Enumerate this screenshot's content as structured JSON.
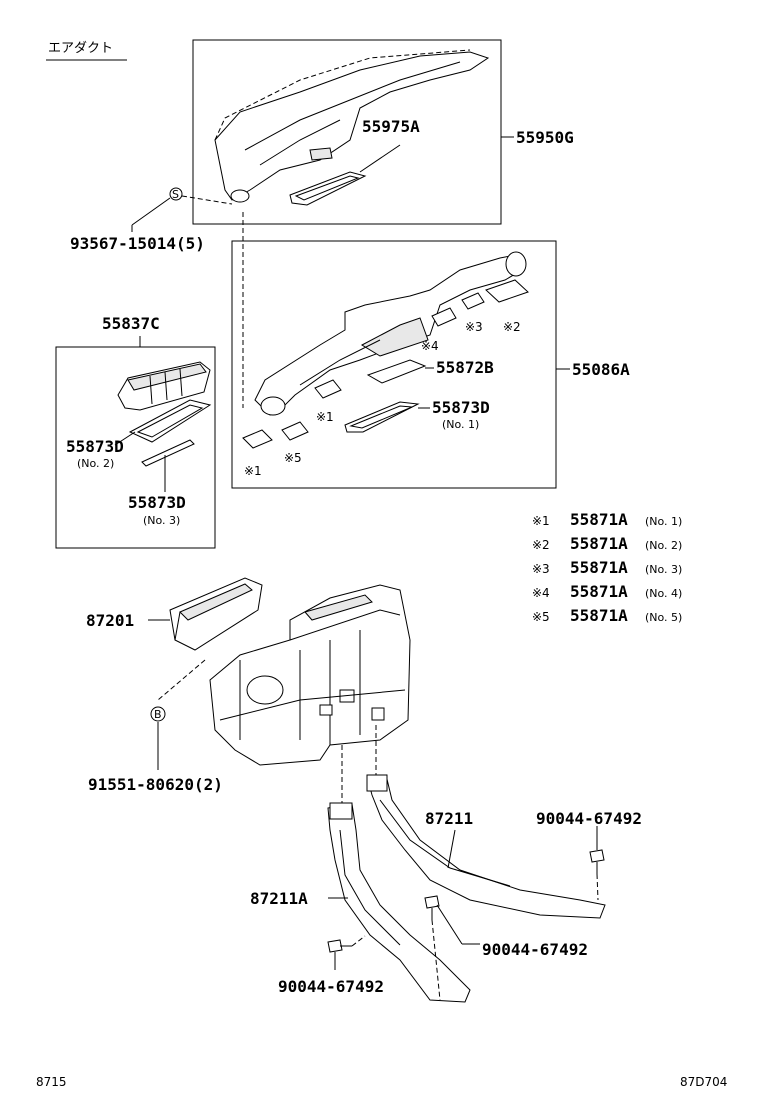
{
  "title": "エアダクト",
  "parts": {
    "p55950G": "55950G",
    "p55975A": "55975A",
    "p93567": "93567-15014(5)",
    "p55837C": "55837C",
    "p55873D_2": "55873D",
    "p55873D_2_sub": "(No. 2)",
    "p55873D_3": "55873D",
    "p55873D_3_sub": "(No. 3)",
    "p55872B": "55872B",
    "p55873D_1": "55873D",
    "p55873D_1_sub": "(No. 1)",
    "p55086A": "55086A",
    "p87201": "87201",
    "p91551": "91551-80620(2)",
    "p87211": "87211",
    "p87211A": "87211A",
    "p90044_a": "90044-67492",
    "p90044_b": "90044-67492",
    "p90044_c": "90044-67492"
  },
  "marks": {
    "m1": "※1",
    "m2": "※2",
    "m3": "※3",
    "m4": "※4",
    "m5": "※5",
    "circle_s": "S",
    "circle_b": "B"
  },
  "legend": [
    {
      "mark": "※1",
      "part": "55871A",
      "sub": "(No. 1)"
    },
    {
      "mark": "※2",
      "part": "55871A",
      "sub": "(No. 2)"
    },
    {
      "mark": "※3",
      "part": "55871A",
      "sub": "(No. 3)"
    },
    {
      "mark": "※4",
      "part": "55871A",
      "sub": "(No. 4)"
    },
    {
      "mark": "※5",
      "part": "55871A",
      "sub": "(No. 5)"
    }
  ],
  "footer": {
    "left": "8715",
    "right": "87D704"
  }
}
